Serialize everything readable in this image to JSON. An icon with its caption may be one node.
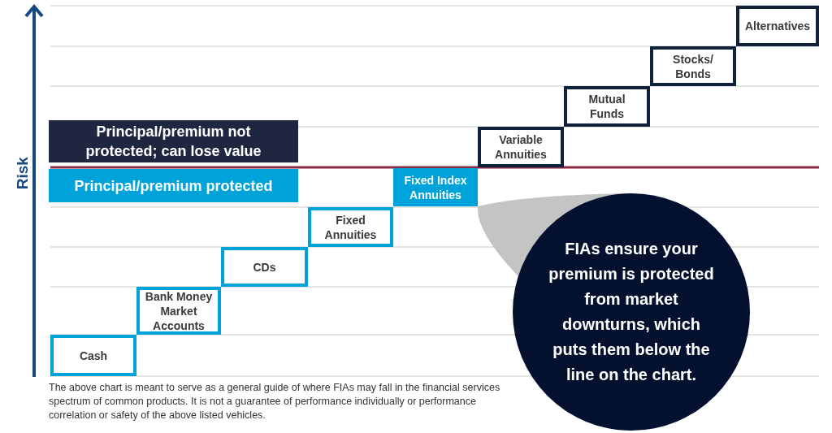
{
  "diagram": {
    "caption": "The above chart is meant to serve as a general guide of where FIAs may fall in the financial services spectrum of common products. It is not a guarantee of performance individually or performance correlation or safety of the above listed vehicles.",
    "nodes": [
      {
        "text": [
          "Cash"
        ]
      },
      {
        "text": [
          "Bank Money Market Accounts"
        ]
      },
      {
        "text": [
          "CDs"
        ]
      },
      {
        "text": [
          "Fixed Annuities"
        ]
      },
      {
        "text": [
          "Fixed Index Annuities"
        ]
      },
      {
        "text": [
          "Variable Annuities"
        ]
      },
      {
        "text": [
          "Mutual Funds"
        ]
      },
      {
        "text": [
          "Stocks/ Bonds"
        ]
      },
      {
        "text": [
          "Alternatives"
        ]
      },
      {
        "text": [
          "FIAs ensure your premium is protected from market downturns, which puts them below the line on the chart."
        ]
      }
    ],
    "edges": [
      {
        "from": 9,
        "to": 4,
        "arrow": "to"
      }
    ],
    "labels": [
      "Risk"
    ],
    "legend": [
      {
        "text": "Principal/premium not protected; can lose value",
        "color": "#1f2640"
      },
      {
        "text": "Principal/premium protected",
        "color": "#00a3d9"
      }
    ]
  }
}
